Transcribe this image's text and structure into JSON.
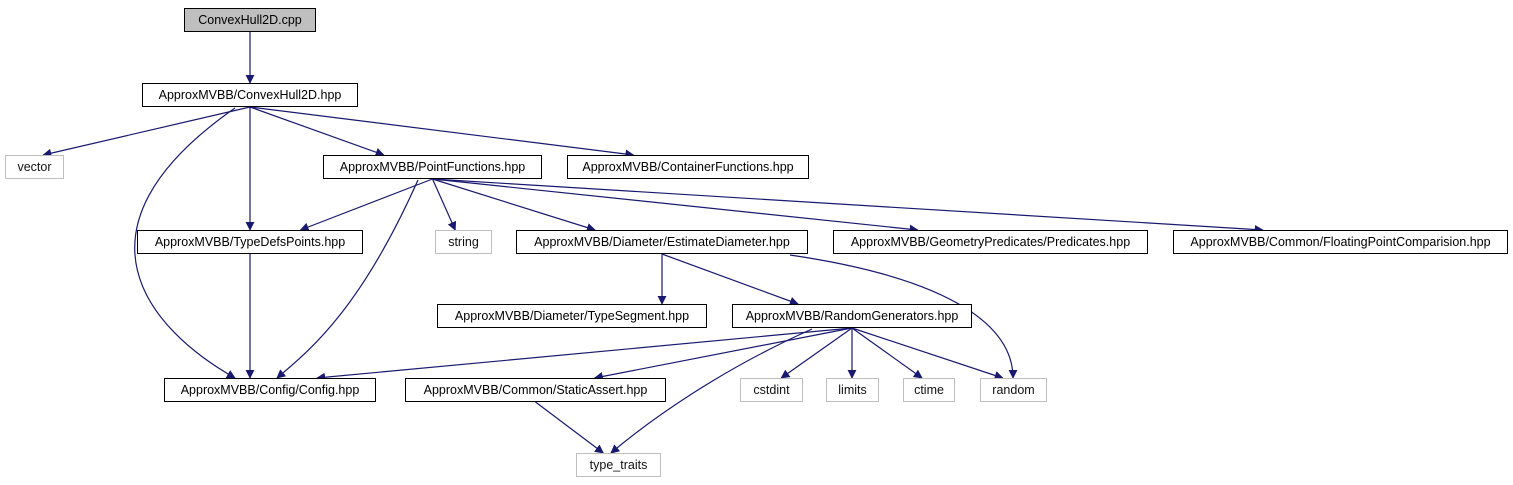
{
  "graph": {
    "nodes": {
      "convexhull2d_cpp": {
        "label": "ConvexHull2D.cpp",
        "kind": "root"
      },
      "convexhull2d_hpp": {
        "label": "ApproxMVBB/ConvexHull2D.hpp",
        "kind": "file"
      },
      "vector": {
        "label": "vector",
        "kind": "external"
      },
      "pointfunctions_hpp": {
        "label": "ApproxMVBB/PointFunctions.hpp",
        "kind": "file"
      },
      "containerfunctions_hpp": {
        "label": "ApproxMVBB/ContainerFunctions.hpp",
        "kind": "file"
      },
      "typedefspoints_hpp": {
        "label": "ApproxMVBB/TypeDefsPoints.hpp",
        "kind": "file"
      },
      "string": {
        "label": "string",
        "kind": "external"
      },
      "estimatediameter_hpp": {
        "label": "ApproxMVBB/Diameter/EstimateDiameter.hpp",
        "kind": "file"
      },
      "predicates_hpp": {
        "label": "ApproxMVBB/GeometryPredicates/Predicates.hpp",
        "kind": "file"
      },
      "floatingpointcomparision_hpp": {
        "label": "ApproxMVBB/Common/FloatingPointComparision.hpp",
        "kind": "file"
      },
      "typesegment_hpp": {
        "label": "ApproxMVBB/Diameter/TypeSegment.hpp",
        "kind": "file"
      },
      "randomgenerators_hpp": {
        "label": "ApproxMVBB/RandomGenerators.hpp",
        "kind": "file"
      },
      "config_hpp": {
        "label": "ApproxMVBB/Config/Config.hpp",
        "kind": "file"
      },
      "staticassert_hpp": {
        "label": "ApproxMVBB/Common/StaticAssert.hpp",
        "kind": "file"
      },
      "cstdint": {
        "label": "cstdint",
        "kind": "external"
      },
      "limits": {
        "label": "limits",
        "kind": "external"
      },
      "ctime": {
        "label": "ctime",
        "kind": "external"
      },
      "random": {
        "label": "random",
        "kind": "external"
      },
      "type_traits": {
        "label": "type_traits",
        "kind": "external"
      }
    },
    "edges": [
      [
        "convexhull2d_cpp",
        "convexhull2d_hpp"
      ],
      [
        "convexhull2d_hpp",
        "vector"
      ],
      [
        "convexhull2d_hpp",
        "pointfunctions_hpp"
      ],
      [
        "convexhull2d_hpp",
        "containerfunctions_hpp"
      ],
      [
        "convexhull2d_hpp",
        "typedefspoints_hpp"
      ],
      [
        "convexhull2d_hpp",
        "config_hpp"
      ],
      [
        "pointfunctions_hpp",
        "typedefspoints_hpp"
      ],
      [
        "pointfunctions_hpp",
        "string"
      ],
      [
        "pointfunctions_hpp",
        "estimatediameter_hpp"
      ],
      [
        "pointfunctions_hpp",
        "predicates_hpp"
      ],
      [
        "pointfunctions_hpp",
        "floatingpointcomparision_hpp"
      ],
      [
        "pointfunctions_hpp",
        "config_hpp"
      ],
      [
        "typedefspoints_hpp",
        "config_hpp"
      ],
      [
        "estimatediameter_hpp",
        "typesegment_hpp"
      ],
      [
        "estimatediameter_hpp",
        "randomgenerators_hpp"
      ],
      [
        "estimatediameter_hpp",
        "random"
      ],
      [
        "randomgenerators_hpp",
        "config_hpp"
      ],
      [
        "randomgenerators_hpp",
        "staticassert_hpp"
      ],
      [
        "randomgenerators_hpp",
        "type_traits"
      ],
      [
        "randomgenerators_hpp",
        "cstdint"
      ],
      [
        "randomgenerators_hpp",
        "limits"
      ],
      [
        "randomgenerators_hpp",
        "ctime"
      ],
      [
        "randomgenerators_hpp",
        "random"
      ],
      [
        "staticassert_hpp",
        "type_traits"
      ]
    ]
  },
  "colors": {
    "edge": "#191970",
    "file_border": "#000000",
    "external_border": "#bfbfbf",
    "root_fill": "#bfbfbf"
  }
}
